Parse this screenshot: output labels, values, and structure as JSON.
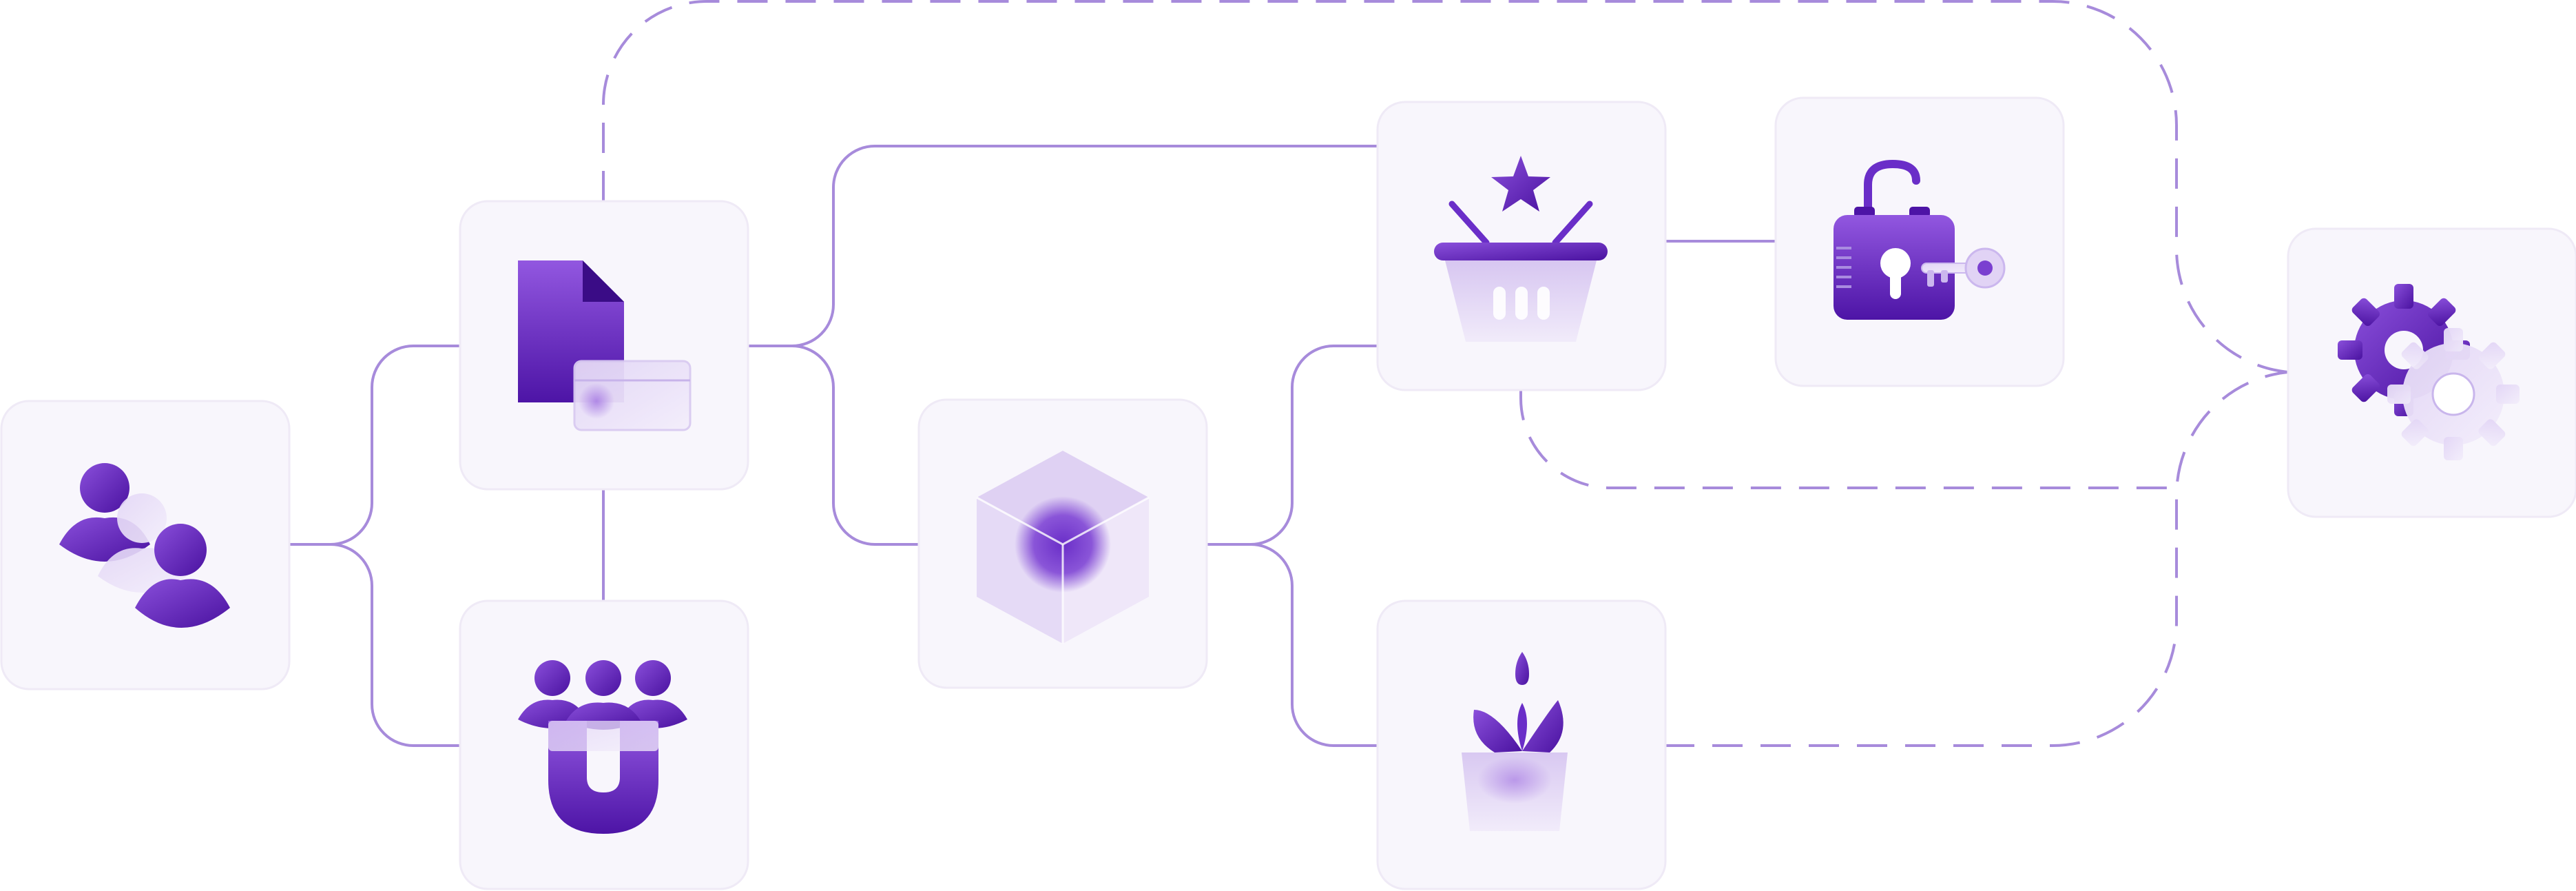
{
  "diagram": {
    "colors": {
      "line": "#a78bdb",
      "card_bg": "#f8f6fc",
      "icon_dark": "#4d14a6",
      "icon_mid": "#7a3fd0",
      "icon_light": "#c9b6ec"
    },
    "nodes": [
      {
        "id": "users",
        "icon": "users-icon"
      },
      {
        "id": "documents",
        "icon": "document-card-icon"
      },
      {
        "id": "team-magnet",
        "icon": "team-magnet-icon"
      },
      {
        "id": "cube",
        "icon": "cube-icon"
      },
      {
        "id": "basket",
        "icon": "basket-star-icon"
      },
      {
        "id": "lock",
        "icon": "lock-key-icon"
      },
      {
        "id": "plant",
        "icon": "plant-pot-icon"
      },
      {
        "id": "settings",
        "icon": "gears-icon"
      }
    ],
    "edges": [
      {
        "from": "users",
        "to": "documents",
        "style": "solid"
      },
      {
        "from": "users",
        "to": "team-magnet",
        "style": "solid"
      },
      {
        "from": "documents",
        "to": "team-magnet",
        "style": "solid"
      },
      {
        "from": "documents",
        "to": "basket",
        "style": "solid"
      },
      {
        "from": "documents",
        "to": "cube",
        "style": "solid"
      },
      {
        "from": "documents",
        "to": "settings",
        "style": "dashed"
      },
      {
        "from": "cube",
        "to": "basket",
        "style": "solid"
      },
      {
        "from": "cube",
        "to": "plant",
        "style": "solid"
      },
      {
        "from": "basket",
        "to": "lock",
        "style": "solid"
      },
      {
        "from": "basket",
        "to": "settings",
        "style": "dashed"
      },
      {
        "from": "plant",
        "to": "settings",
        "style": "dashed"
      }
    ]
  }
}
